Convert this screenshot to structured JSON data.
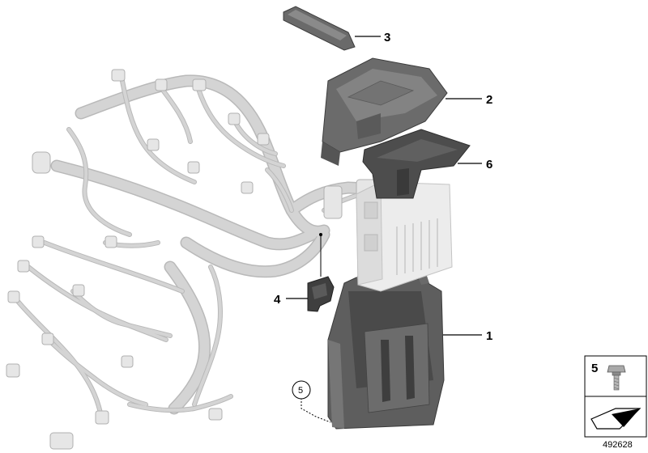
{
  "diagram": {
    "callouts": [
      {
        "id": "3",
        "label": "3"
      },
      {
        "id": "2",
        "label": "2"
      },
      {
        "id": "6",
        "label": "6"
      },
      {
        "id": "4",
        "label": "4"
      },
      {
        "id": "1",
        "label": "1"
      },
      {
        "id": "5",
        "label": "5"
      }
    ],
    "legend": {
      "part_number": "5"
    },
    "drawing_number": "492628"
  }
}
